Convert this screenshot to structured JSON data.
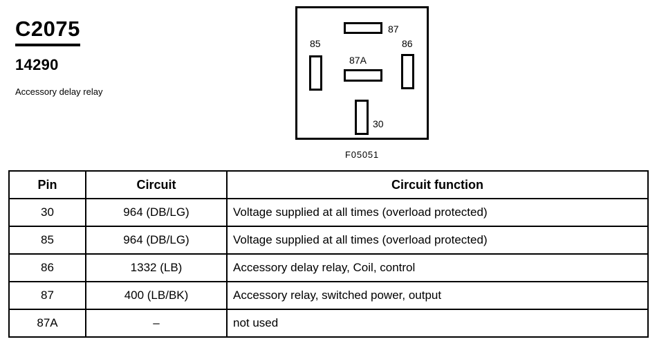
{
  "header": {
    "connector_code": "C2075",
    "part_number": "14290",
    "description": "Accessory delay relay"
  },
  "diagram": {
    "caption": "F05051",
    "terminals": [
      {
        "id": "87",
        "label": "87",
        "orientation": "horizontal"
      },
      {
        "id": "85",
        "label": "85",
        "orientation": "vertical"
      },
      {
        "id": "87A",
        "label": "87A",
        "orientation": "horizontal"
      },
      {
        "id": "86",
        "label": "86",
        "orientation": "vertical"
      },
      {
        "id": "30",
        "label": "30",
        "orientation": "vertical"
      }
    ]
  },
  "table": {
    "columns": [
      "Pin",
      "Circuit",
      "Circuit function"
    ],
    "rows": [
      {
        "pin": "30",
        "circuit": "964 (DB/LG)",
        "function": "Voltage supplied at all times (overload protected)"
      },
      {
        "pin": "85",
        "circuit": "964 (DB/LG)",
        "function": "Voltage supplied at all times (overload protected)"
      },
      {
        "pin": "86",
        "circuit": "1332 (LB)",
        "function": "Accessory delay relay, Coil, control"
      },
      {
        "pin": "87",
        "circuit": "400 (LB/BK)",
        "function": "Accessory relay, switched power, output"
      },
      {
        "pin": "87A",
        "circuit": "–",
        "function": "not used"
      }
    ]
  }
}
